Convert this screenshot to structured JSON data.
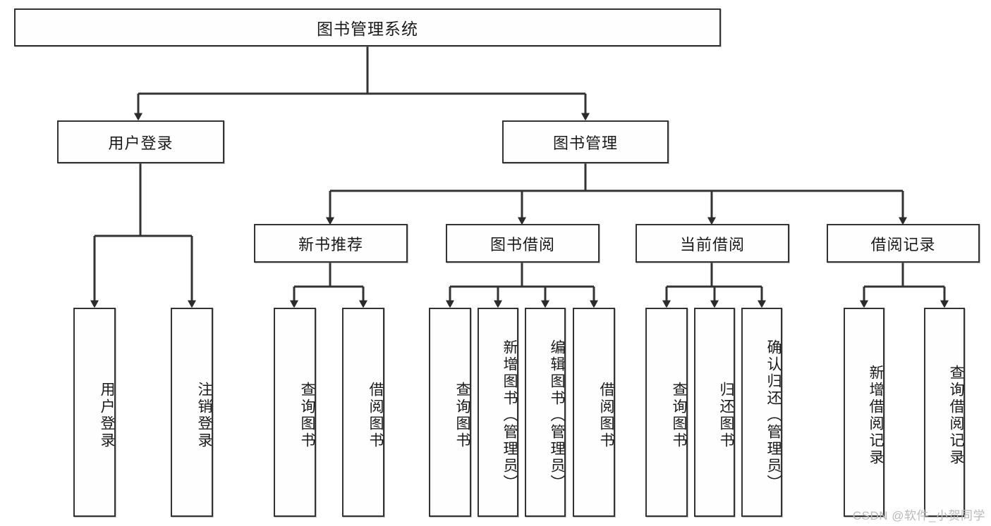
{
  "diagram": {
    "title": "图书管理系统",
    "watermark": "CSDN @软件_小贺同学",
    "nodes": {
      "root": "图书管理系统",
      "level2": [
        {
          "id": "user-login",
          "label": "用户登录"
        },
        {
          "id": "book-manage",
          "label": "图书管理"
        }
      ],
      "level3": [
        {
          "id": "new-book-recommend",
          "label": "新书推荐"
        },
        {
          "id": "book-borrow",
          "label": "图书借阅"
        },
        {
          "id": "current-borrow",
          "label": "当前借阅"
        },
        {
          "id": "borrow-record",
          "label": "借阅记录"
        }
      ],
      "leaves": [
        {
          "id": "leaf-user-login",
          "label": "用户登录",
          "parent": "user-login"
        },
        {
          "id": "leaf-logout-login",
          "label": "注销登录",
          "parent": "user-login"
        },
        {
          "id": "leaf-query-book-1",
          "label": "查询图书",
          "parent": "new-book-recommend"
        },
        {
          "id": "leaf-borrow-book-1",
          "label": "借阅图书",
          "parent": "new-book-recommend"
        },
        {
          "id": "leaf-query-book-2",
          "label": "查询图书",
          "parent": "book-borrow"
        },
        {
          "id": "leaf-add-book",
          "label": "新增图书（管理员）",
          "parent": "book-borrow"
        },
        {
          "id": "leaf-edit-book",
          "label": "编辑图书（管理员）",
          "parent": "book-borrow"
        },
        {
          "id": "leaf-borrow-book-2",
          "label": "借阅图书",
          "parent": "book-borrow"
        },
        {
          "id": "leaf-query-book-3",
          "label": "查询图书",
          "parent": "current-borrow"
        },
        {
          "id": "leaf-return-book",
          "label": "归还图书",
          "parent": "current-borrow"
        },
        {
          "id": "leaf-confirm-return",
          "label": "确认归还（管理员）",
          "parent": "current-borrow"
        },
        {
          "id": "leaf-add-borrow-record",
          "label": "新增借阅记录",
          "parent": "borrow-record"
        },
        {
          "id": "leaf-query-borrow-record",
          "label": "查询借阅记录",
          "parent": "borrow-record"
        }
      ]
    },
    "colors": {
      "stroke": "#333333",
      "box_fill": "#fefefe",
      "text": "#1a1a1a",
      "watermark": "#b9b9b9",
      "background": "#ffffff"
    }
  }
}
